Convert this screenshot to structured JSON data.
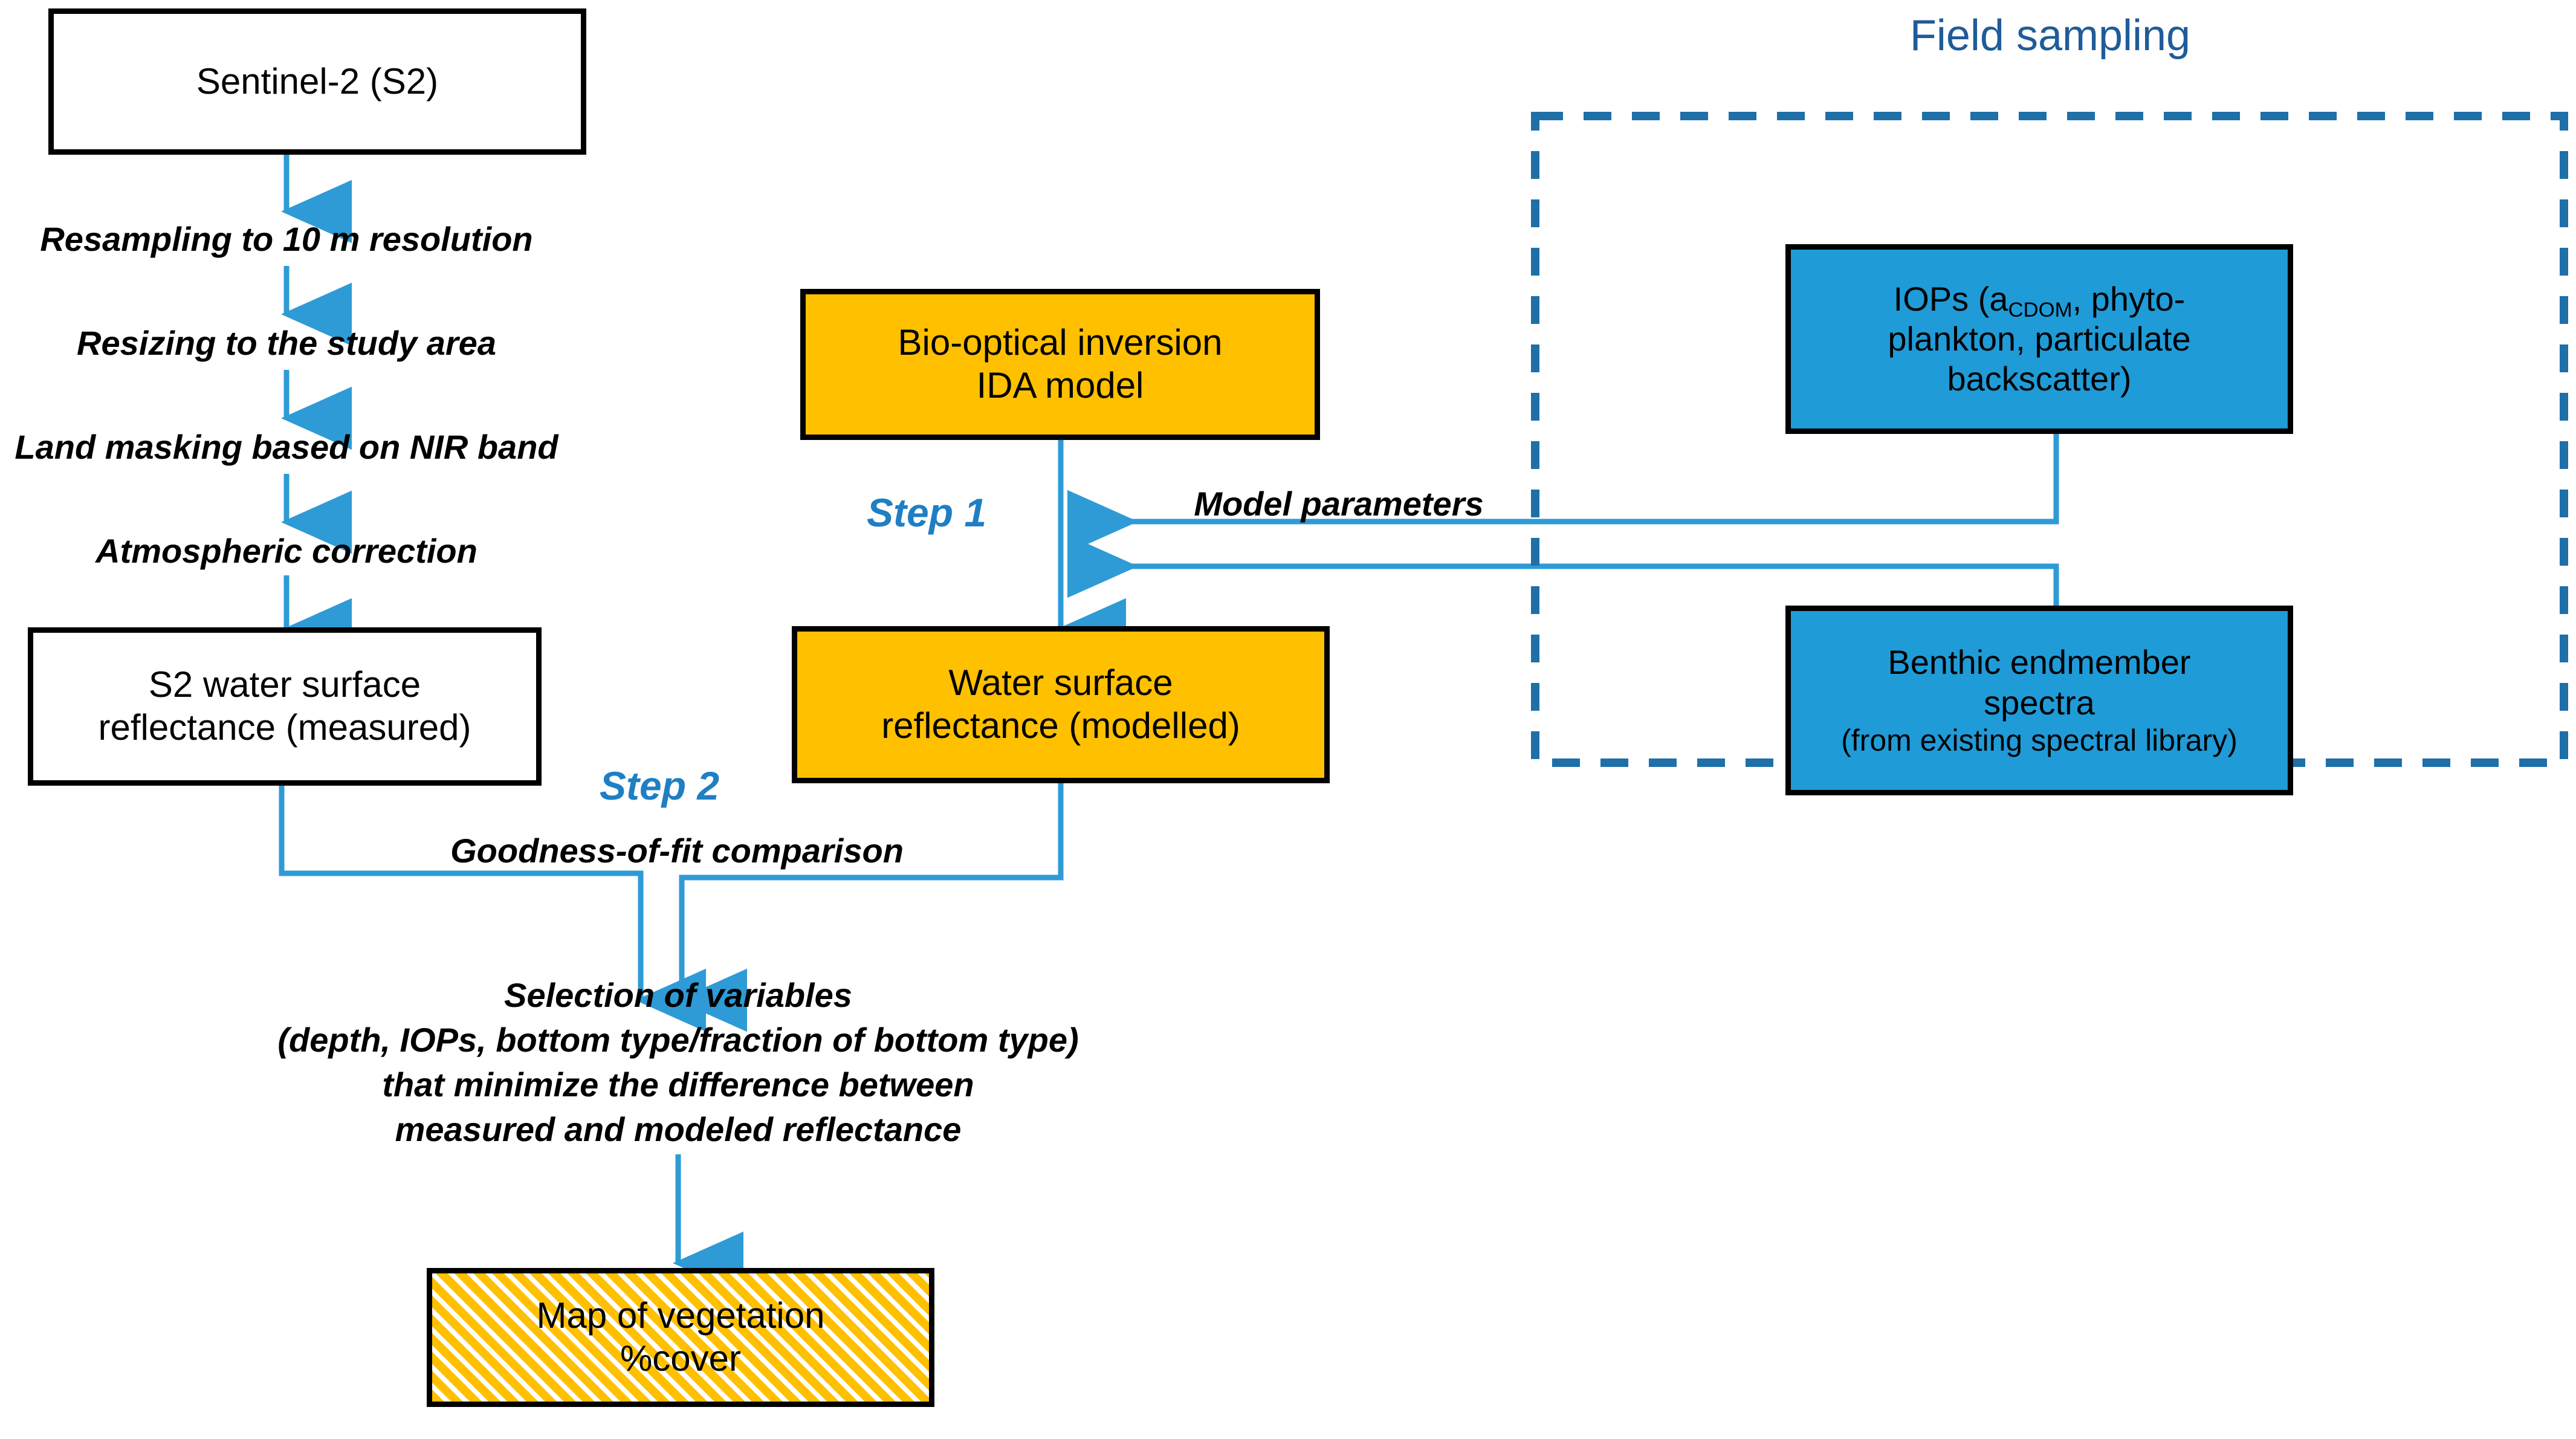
{
  "diagram": {
    "title_group": "Field sampling",
    "accent_blue": "#1F9BD8",
    "accent_orange": "#FFC000",
    "line_blue": "#2E9BD6",
    "group_title_color": "#1F5C99",
    "step_color": "#1F7FC4"
  },
  "nodes": {
    "sentinel": {
      "label": "Sentinel-2 (S2)"
    },
    "s2_measured": {
      "line1": "S2 water surface",
      "line2": "reflectance (measured)"
    },
    "bio_optical": {
      "line1": "Bio-optical inversion",
      "line2": "IDA model"
    },
    "modelled": {
      "line1": "Water surface",
      "line2": "reflectance (modelled)"
    },
    "iops": {
      "line1_a": "IOPs (a",
      "line1_sub": "CDOM",
      "line1_b": ", phyto-",
      "line2": "plankton, particulate",
      "line3": "backscatter)"
    },
    "benthic": {
      "line1": "Benthic endmember",
      "line2": "spectra",
      "line3": "(from existing spectral library)"
    },
    "map_output": {
      "line1": "Map of vegetation",
      "line2": "%cover"
    }
  },
  "process_steps": [
    "Resampling to 10 m resolution",
    "Resizing to the study area",
    "Land masking based on NIR band",
    "Atmospheric correction"
  ],
  "edge_labels": {
    "model_parameters": "Model parameters",
    "goodness_of_fit": "Goodness-of-fit comparison"
  },
  "step_labels": {
    "step1": "Step 1",
    "step2": "Step 2"
  },
  "selection_block": {
    "line1": "Selection of variables",
    "line2": "(depth, IOPs, bottom type/fraction of bottom type)",
    "line3": "that minimize the difference between",
    "line4": "measured and modeled reflectance"
  }
}
